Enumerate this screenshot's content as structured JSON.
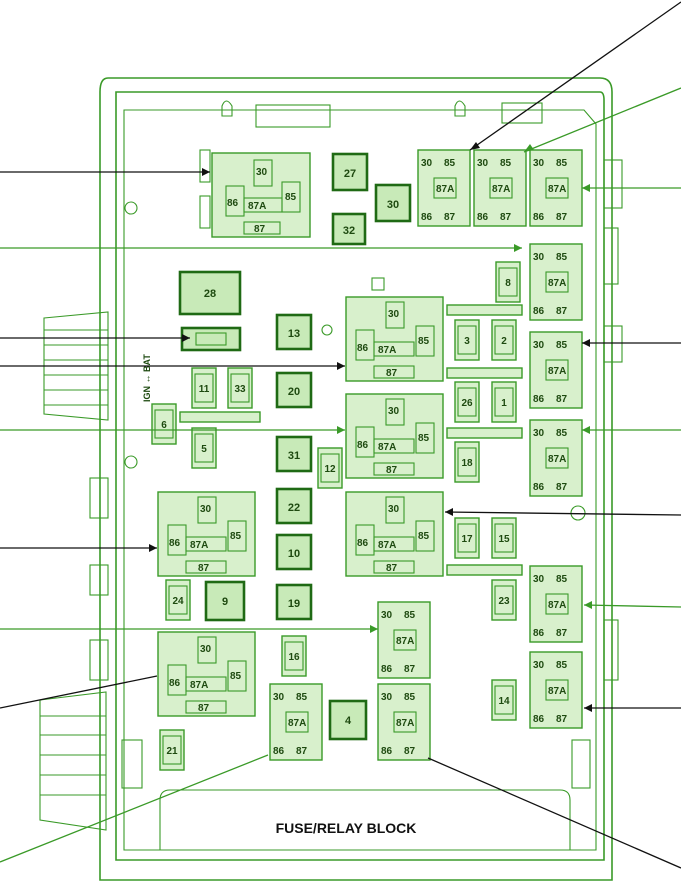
{
  "title": "FUSE/RELAY BLOCK",
  "fuses": {
    "f1": "1",
    "f2": "2",
    "f3": "3",
    "f4": "4",
    "f5": "5",
    "f6": "6",
    "f8": "8",
    "f9": "9",
    "f10": "10",
    "f11": "11",
    "f12": "12",
    "f13": "13",
    "f14": "14",
    "f15": "15",
    "f16": "16",
    "f17": "17",
    "f18": "18",
    "f19": "19",
    "f20": "20",
    "f21": "21",
    "f22": "22",
    "f23": "23",
    "f24": "24",
    "f26": "26",
    "f27": "27",
    "f28": "28",
    "f30": "30",
    "f31": "31",
    "f32": "32",
    "f33": "33"
  },
  "terminals": {
    "t30": "30",
    "t85": "85",
    "t86": "86",
    "t87": "87",
    "t87a": "87A"
  },
  "ign_bat": "IGN ↔ BAT"
}
